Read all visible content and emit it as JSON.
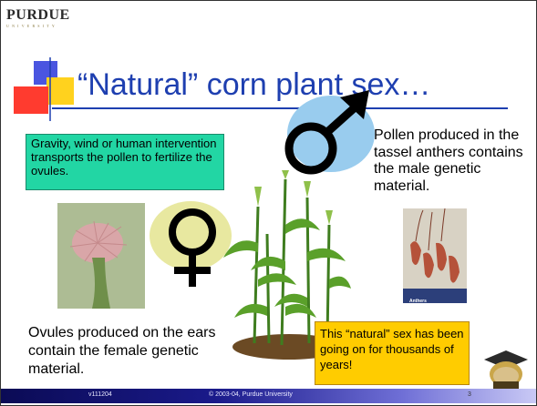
{
  "header": {
    "logo_main": "PURDUE",
    "logo_sub": "UNIVERSITY"
  },
  "slide": {
    "title": "“Natural” corn plant sex…",
    "green_box_text": "Gravity, wind or human intervention transports the pollen to fertilize the ovules.",
    "pollen_text": "Pollen produced in the tassel anthers contains the male genetic material.",
    "ovule_text": "Ovules produced on the ears contain the female genetic material.",
    "yellow_box_text": "This “natural” sex has been going on for thousands of years!",
    "anthers_label": "Anthers"
  },
  "footer": {
    "left": "v111204",
    "center": "© 2003-04, Purdue University",
    "page": "3"
  },
  "icons": {
    "male_symbol": "male-symbol-icon",
    "female_symbol": "female-symbol-icon",
    "mascot": "purdue-pete-icon"
  },
  "colors": {
    "title": "#1e3fb0",
    "green_box": "#22d6a4",
    "yellow_box": "#ffcc00",
    "blob": "#99ccee",
    "footer": "#0b0b55"
  }
}
